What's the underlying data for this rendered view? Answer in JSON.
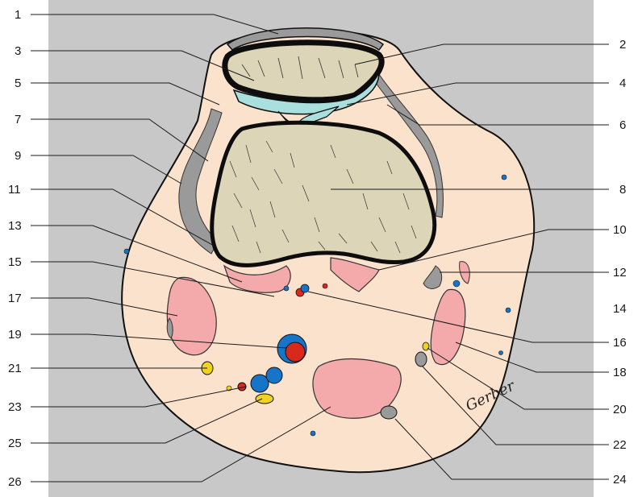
{
  "figure": {
    "background_color": "#c8c8c8",
    "signature": "Gerber",
    "colors": {
      "skin": "#fbe2cc",
      "bone_cortex": "#0d0d0d",
      "bone_marrow": "#dcd5b8",
      "cartilage": "#a9e0de",
      "capsule": "#9a9a9a",
      "muscle": "#f4a9aa",
      "artery": "#d9281c",
      "vein": "#1675c9",
      "nerve": "#f1d21c"
    },
    "labels_left": [
      {
        "id": "1",
        "target": "structure-1"
      },
      {
        "id": "3",
        "target": "structure-3"
      },
      {
        "id": "5",
        "target": "structure-5"
      },
      {
        "id": "7",
        "target": "structure-7"
      },
      {
        "id": "9",
        "target": "structure-9"
      },
      {
        "id": "11",
        "target": "structure-11"
      },
      {
        "id": "13",
        "target": "structure-13"
      },
      {
        "id": "15",
        "target": "structure-15"
      },
      {
        "id": "17",
        "target": "structure-17"
      },
      {
        "id": "19",
        "target": "structure-19"
      },
      {
        "id": "21",
        "target": "structure-21"
      },
      {
        "id": "23",
        "target": "structure-23"
      },
      {
        "id": "25",
        "target": "structure-25"
      },
      {
        "id": "26",
        "target": "structure-26"
      }
    ],
    "labels_right": [
      {
        "id": "2",
        "target": "structure-2"
      },
      {
        "id": "4",
        "target": "structure-4"
      },
      {
        "id": "6",
        "target": "structure-6"
      },
      {
        "id": "8",
        "target": "structure-8"
      },
      {
        "id": "10",
        "target": "structure-10"
      },
      {
        "id": "12",
        "target": "structure-12"
      },
      {
        "id": "14",
        "target": "structure-14"
      },
      {
        "id": "16",
        "target": "structure-16"
      },
      {
        "id": "18",
        "target": "structure-18"
      },
      {
        "id": "20",
        "target": "structure-20"
      },
      {
        "id": "22",
        "target": "structure-22"
      },
      {
        "id": "24",
        "target": "structure-24"
      }
    ]
  }
}
